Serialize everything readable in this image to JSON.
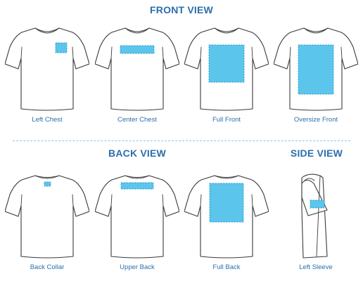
{
  "sections": {
    "front_view": "FRONT VIEW",
    "back_view": "BACK VIEW",
    "side_view": "SIDE VIEW"
  },
  "placements": {
    "left_chest": "Left Chest",
    "center_chest": "Center Chest",
    "full_front": "Full Front",
    "oversize_front": "Oversize Front",
    "back_collar": "Back Collar",
    "upper_back": "Upper Back",
    "full_back": "Full Back",
    "left_sleeve": "Left Sleeve"
  },
  "colors": {
    "title": "#2b6fab",
    "zone_fill": "#5bc5ec",
    "zone_border": "#2d9bc9",
    "divider": "#8fc3e8"
  }
}
